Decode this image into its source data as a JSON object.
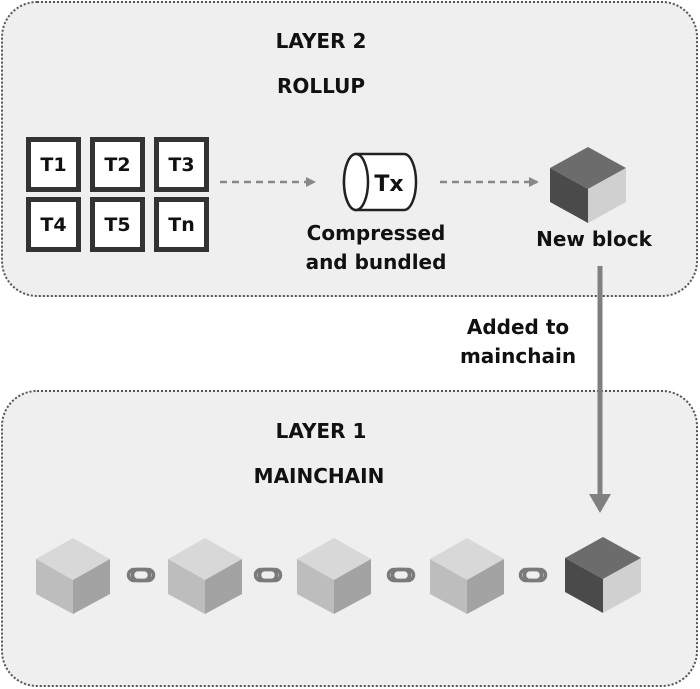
{
  "layer2": {
    "title": "LAYER 2",
    "subtitle": "ROLLUP",
    "transactions": [
      "T1",
      "T2",
      "T3",
      "T4",
      "T5",
      "Tn"
    ],
    "bundle": {
      "label": "Tx",
      "caption_line1": "Compressed",
      "caption_line2": "and bundled"
    },
    "new_block": {
      "caption": "New block"
    }
  },
  "connector": {
    "caption_line1": "Added to",
    "caption_line2": "mainchain"
  },
  "layer1": {
    "title": "LAYER 1",
    "subtitle": "MAINCHAIN",
    "chain_block_count": 5,
    "newest_block_highlighted": true
  },
  "colors": {
    "panel_background": "#efefef",
    "panel_border": "#555555",
    "arrow": "#808080",
    "dashed_arrow": "#888888",
    "dark_block_top": "#6c6c6c",
    "dark_block_left": "#4a4a4a",
    "dark_block_right": "#d0d0d0",
    "light_block_top": "#d8d8d8",
    "light_block_left": "#bdbdbd",
    "light_block_right": "#a3a3a3",
    "chain_link": "#7a7a7a"
  }
}
